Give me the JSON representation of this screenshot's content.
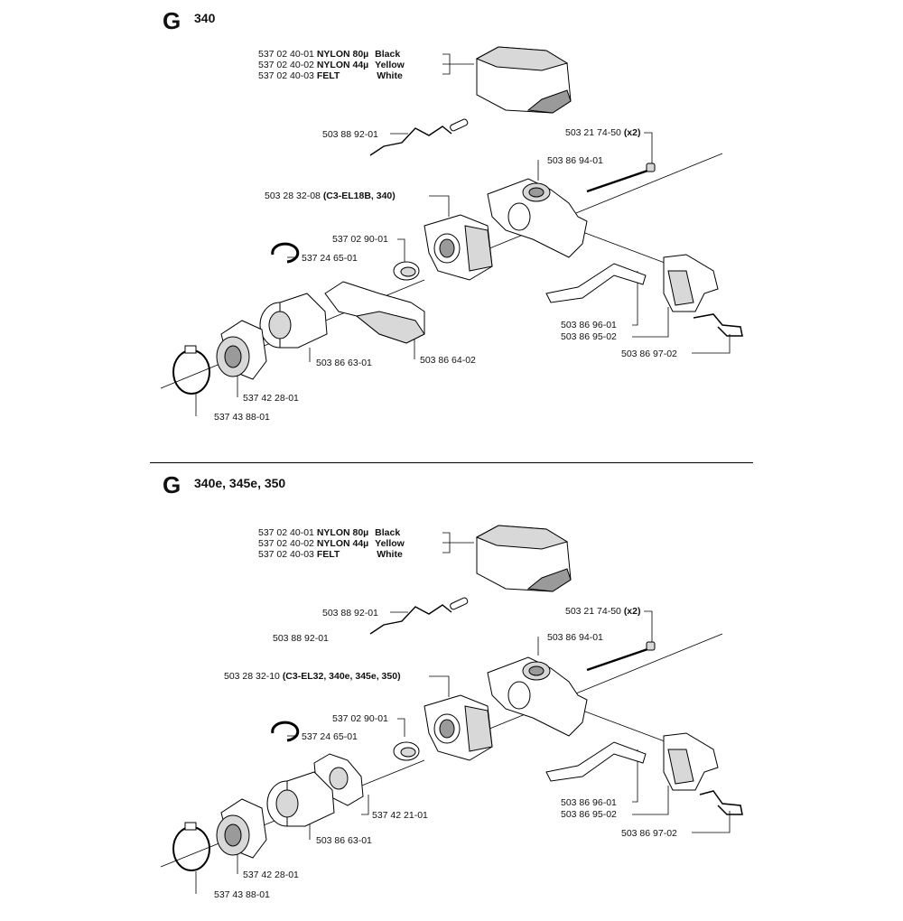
{
  "sections": [
    {
      "letter": "G",
      "model": "340",
      "labels": {
        "filter_1": {
          "part": "537 02 40-01",
          "desc": "NYLON 80µ",
          "color": "Black"
        },
        "filter_2": {
          "part": "537 02 40-02",
          "desc": "NYLON 44µ",
          "color": "Yellow"
        },
        "filter_3": {
          "part": "537 02 40-03",
          "desc": "FELT",
          "color": "White"
        },
        "rod": "503 88 92-01",
        "bolt": {
          "part": "503 21 74-50",
          "qty": "(x2)"
        },
        "body": "503 86 94-01",
        "carb": {
          "part": "503 28 32-08",
          "spec": "(C3-EL18B, 340)"
        },
        "ring": "537 02 90-01",
        "circlip": "537 24 65-01",
        "bracket": "503 86 96-01",
        "guard": "503 86 95-02",
        "spring": "503 86 97-02",
        "manifold": "503 86 63-01",
        "holder": "503 86 64-02",
        "shroud": "537 42 28-01",
        "clamp": "537 43 88-01"
      }
    },
    {
      "letter": "G",
      "model": "340e, 345e, 350",
      "labels": {
        "filter_1": {
          "part": "537 02 40-01",
          "desc": "NYLON 80µ",
          "color": "Black"
        },
        "filter_2": {
          "part": "537 02 40-02",
          "desc": "NYLON 44µ",
          "color": "Yellow"
        },
        "filter_3": {
          "part": "537 02 40-03",
          "desc": "FELT",
          "color": "White"
        },
        "rod": "503 88 92-01",
        "rod2": "503 88 92-01",
        "bolt": {
          "part": "503 21 74-50",
          "qty": "(x2)"
        },
        "body": "503 86 94-01",
        "carb": {
          "part": "503 28 32-10",
          "spec": "(C3-EL32, 340e, 345e, 350)"
        },
        "ring": "537 02 90-01",
        "circlip": "537 24 65-01",
        "bracket": "503 86 96-01",
        "guard": "503 86 95-02",
        "spring": "503 86 97-02",
        "manifold": "503 86 63-01",
        "holder": "537 42 21-01",
        "shroud": "537 42 28-01",
        "clamp": "537 43 88-01"
      }
    }
  ]
}
